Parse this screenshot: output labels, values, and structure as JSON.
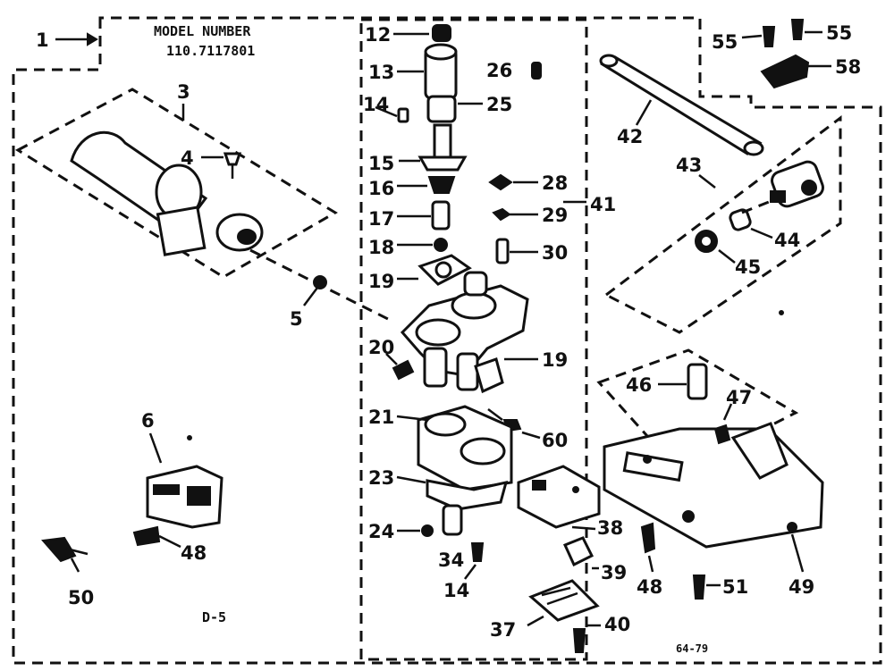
{
  "header": {
    "line1": "MODEL NUMBER",
    "line2": "110.7117801"
  },
  "footer": {
    "left_code": "D-5",
    "right_code": "64-79"
  },
  "callouts": [
    {
      "id": "c1",
      "text": "1"
    },
    {
      "id": "c3",
      "text": "3"
    },
    {
      "id": "c4",
      "text": "4"
    },
    {
      "id": "c5",
      "text": "5"
    },
    {
      "id": "c6",
      "text": "6"
    },
    {
      "id": "c12",
      "text": "12"
    },
    {
      "id": "c13",
      "text": "13"
    },
    {
      "id": "c14a",
      "text": "14"
    },
    {
      "id": "c14b",
      "text": "14"
    },
    {
      "id": "c15",
      "text": "15"
    },
    {
      "id": "c16",
      "text": "16"
    },
    {
      "id": "c17",
      "text": "17"
    },
    {
      "id": "c18",
      "text": "18"
    },
    {
      "id": "c19a",
      "text": "19"
    },
    {
      "id": "c19b",
      "text": "19"
    },
    {
      "id": "c20",
      "text": "20"
    },
    {
      "id": "c21",
      "text": "21"
    },
    {
      "id": "c23",
      "text": "23"
    },
    {
      "id": "c24",
      "text": "24"
    },
    {
      "id": "c25",
      "text": "25"
    },
    {
      "id": "c26",
      "text": "26"
    },
    {
      "id": "c28",
      "text": "28"
    },
    {
      "id": "c29",
      "text": "29"
    },
    {
      "id": "c30",
      "text": "30"
    },
    {
      "id": "c34",
      "text": "34"
    },
    {
      "id": "c37",
      "text": "37"
    },
    {
      "id": "c38",
      "text": "38"
    },
    {
      "id": "c39",
      "text": "39"
    },
    {
      "id": "c40",
      "text": "40"
    },
    {
      "id": "c41",
      "text": "41"
    },
    {
      "id": "c42",
      "text": "42"
    },
    {
      "id": "c43",
      "text": "43"
    },
    {
      "id": "c44",
      "text": "44"
    },
    {
      "id": "c45",
      "text": "45"
    },
    {
      "id": "c46",
      "text": "46"
    },
    {
      "id": "c47",
      "text": "47"
    },
    {
      "id": "c48a",
      "text": "48"
    },
    {
      "id": "c48b",
      "text": "48"
    },
    {
      "id": "c49",
      "text": "49"
    },
    {
      "id": "c50",
      "text": "50"
    },
    {
      "id": "c51",
      "text": "51"
    },
    {
      "id": "c55a",
      "text": "55"
    },
    {
      "id": "c55b",
      "text": "55"
    },
    {
      "id": "c58",
      "text": "58"
    },
    {
      "id": "c60",
      "text": "60"
    }
  ]
}
